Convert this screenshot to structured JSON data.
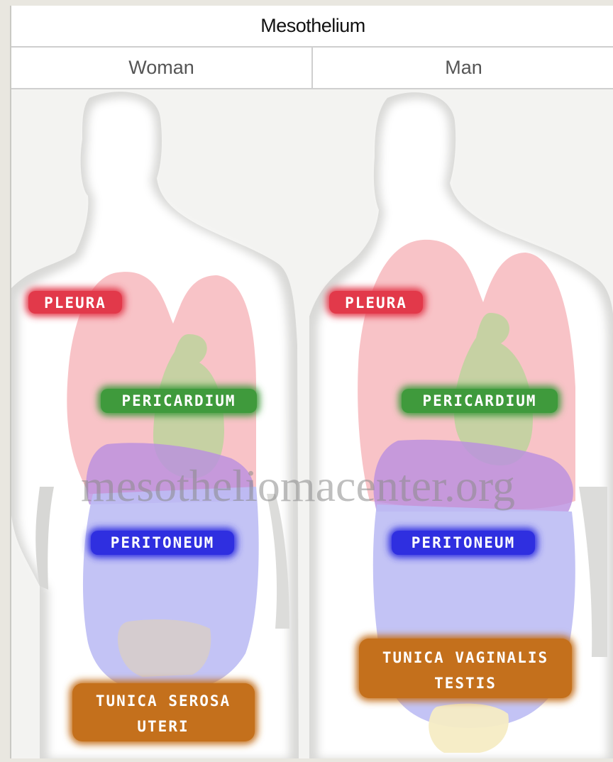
{
  "header": {
    "title": "Mesothelium",
    "columns": [
      "Woman",
      "Man"
    ]
  },
  "watermark": "mesotheliomacenter.org",
  "labels": {
    "woman": {
      "pleura": "PLEURA",
      "pericardium": "PERICARDIUM",
      "peritoneum": "PERITONEUM",
      "tunica_line1": "TUNICA SEROSA",
      "tunica_line2": "UTERI"
    },
    "man": {
      "pleura": "PLEURA",
      "pericardium": "PERICARDIUM",
      "peritoneum": "PERITONEUM",
      "tunica_line1": "TUNICA VAGINALIS",
      "tunica_line2": "TESTIS"
    }
  },
  "colors": {
    "pleura": "#e2394a",
    "pericardium": "#3f9a3c",
    "peritoneum": "#2f2fe0",
    "tunica": "#c4701c"
  }
}
